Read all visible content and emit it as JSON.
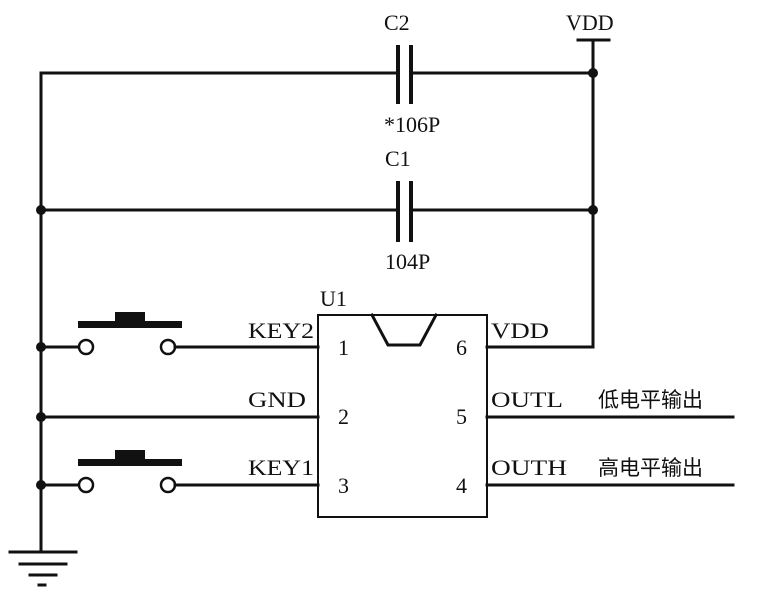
{
  "schematic": {
    "power_label_top": "VDD",
    "capacitors": [
      {
        "ref": "C2",
        "value": "*106P"
      },
      {
        "ref": "C1",
        "value": "104P"
      }
    ],
    "ic": {
      "ref": "U1",
      "pins": [
        {
          "number": "1",
          "net": "KEY2"
        },
        {
          "number": "2",
          "net": "GND"
        },
        {
          "number": "3",
          "net": "KEY1"
        },
        {
          "number": "4",
          "net": "OUTH"
        },
        {
          "number": "5",
          "net": "OUTL"
        },
        {
          "number": "6",
          "net": "VDD"
        }
      ]
    },
    "output_notes": {
      "outl": "低电平输出",
      "outh": "高电平输出"
    },
    "switches": [
      "KEY2",
      "KEY1"
    ],
    "ground_symbol": "ground-icon",
    "colors": {
      "ink": "#111111",
      "background": "#ffffff"
    }
  }
}
